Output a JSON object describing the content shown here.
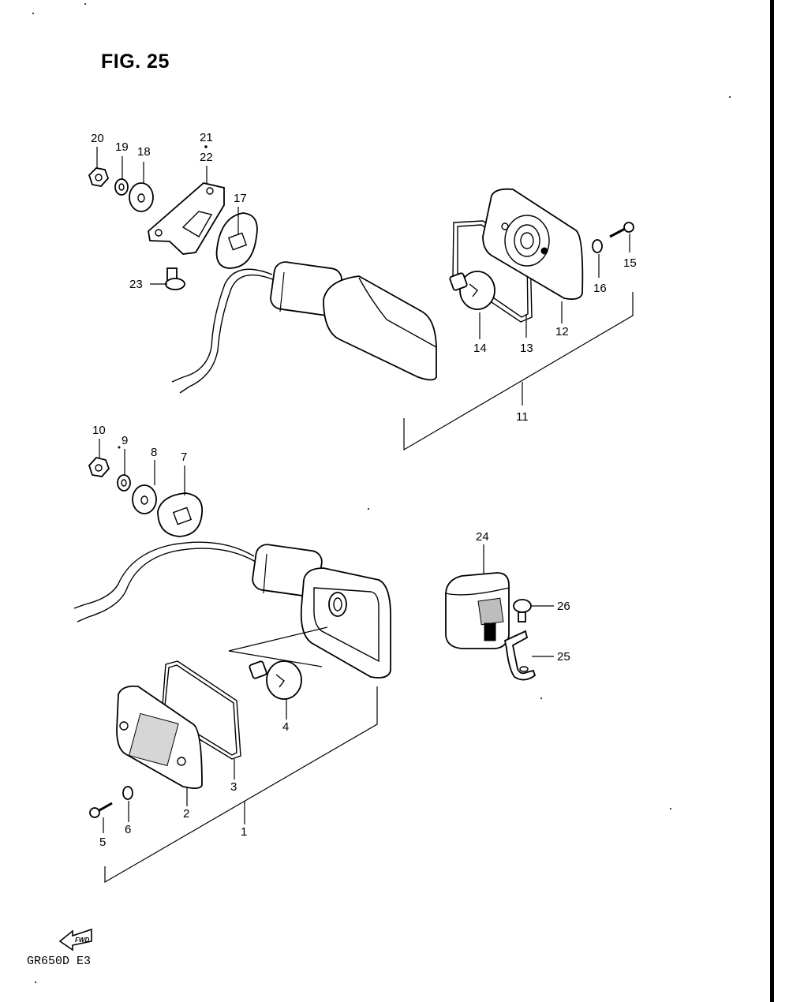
{
  "figure_title": "FIG. 25",
  "model_code": "GR650D  E3",
  "direction_mark": "FWD",
  "callouts": [
    "20",
    "19",
    "18",
    "21",
    "22",
    "17",
    "23",
    "15",
    "16",
    "12",
    "13",
    "14",
    "11",
    "10",
    "9",
    "8",
    "7",
    "24",
    "26",
    "25",
    "4",
    "3",
    "2",
    "6",
    "5",
    "1"
  ]
}
